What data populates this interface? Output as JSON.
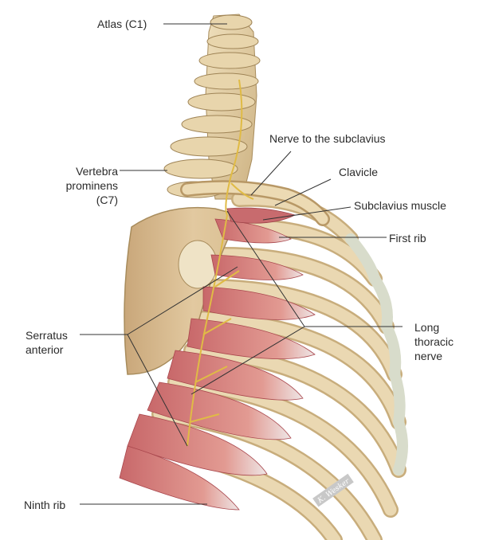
{
  "figure": {
    "labels": {
      "atlas": "Atlas (C1)",
      "nerve_subclavius": "Nerve to the subclavius",
      "vertebra_line1": "Vertebra",
      "vertebra_line2": "prominens",
      "vertebra_line3": "(C7)",
      "clavicle": "Clavicle",
      "subclavius_muscle": "Subclavius muscle",
      "first_rib": "First rib",
      "serratus_line1": "Serratus",
      "serratus_line2": "anterior",
      "long_line1": "Long",
      "long_line2": "thoracic",
      "long_line3": "nerve",
      "ninth_rib": "Ninth rib"
    },
    "signature": "K. Wesker",
    "colors": {
      "bone": "#e3cfa4",
      "bone_shadow": "#c8ad7c",
      "muscle": "#d9837e",
      "muscle_dark": "#b9575a",
      "tendon": "#ece5e3",
      "nerve": "#e6c04a",
      "leader": "#333333"
    }
  }
}
